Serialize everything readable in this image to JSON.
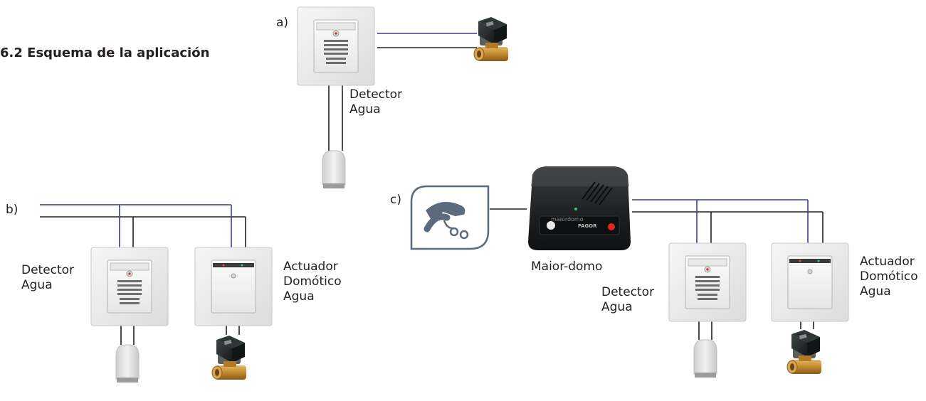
{
  "section_title": "6.2  Esquema de la aplicación",
  "panel_a": {
    "tag": "a)",
    "detector_label": [
      "Detector",
      "Agua"
    ]
  },
  "panel_b": {
    "tag": "b)",
    "detector_label": [
      "Detector",
      "Agua"
    ],
    "actuator_label": [
      "Actuador",
      "Domótico",
      "Agua"
    ]
  },
  "panel_c": {
    "tag": "c)",
    "hub_label": "Maior-domo",
    "hub_brand": "maiordomo",
    "hub_maker": "FAGOR",
    "detector_label": [
      "Detector",
      "Agua"
    ],
    "actuator_label": [
      "Actuador",
      "Domótico",
      "Agua"
    ]
  },
  "colors": {
    "bus_wire": "#3b3a8f",
    "power_wire": "#231f20",
    "phone_icon": "#5b6b7d",
    "hub_body": "#1f2123",
    "fagor_red": "#e2261f"
  },
  "icons": [
    "water-detector",
    "water-sensor-probe",
    "solenoid-valve",
    "domotic-actuator",
    "phone-icon",
    "maiordomo-hub"
  ]
}
